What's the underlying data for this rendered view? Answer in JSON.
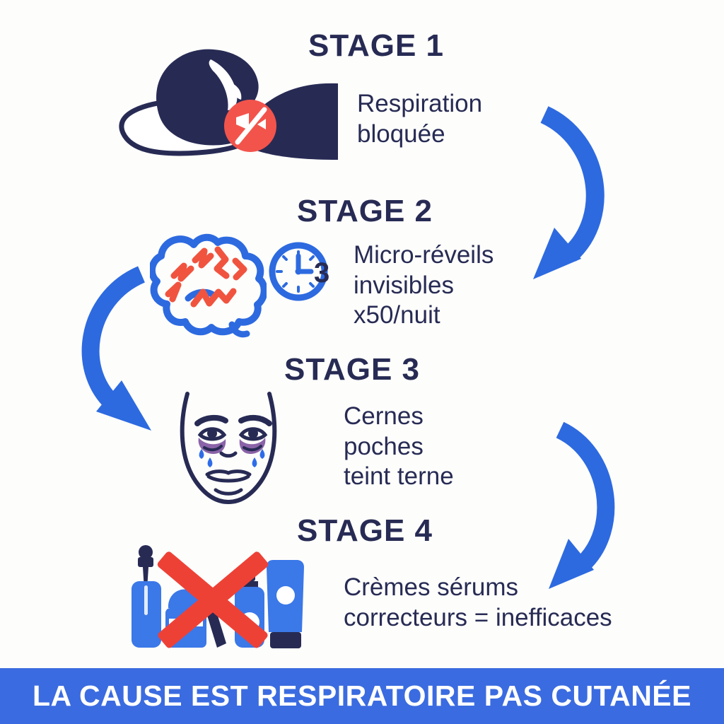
{
  "palette": {
    "navy": "#272b54",
    "arrow_blue": "#2d6ae0",
    "product_blue": "#3b78e8",
    "cross_red": "#ee4136",
    "badge_red": "#f2544c",
    "eye_bag_purple": "#8a63a8",
    "tear_blue": "#2f6ce8",
    "banner_blue": "#3a6be0",
    "background": "#fdfdfb"
  },
  "stages": [
    {
      "title": "STAGE 1",
      "lines": [
        "Respiration",
        "bloquée"
      ],
      "icons": [
        "sleeping-person-blocked-airway-icon"
      ]
    },
    {
      "title": "STAGE 2",
      "lines": [
        "Micro-réveils",
        "invisibles",
        "x50/nuit"
      ],
      "icons": [
        "brain-zigzag-icon",
        "clock-icon"
      ],
      "clock_number": "3"
    },
    {
      "title": "STAGE 3",
      "lines": [
        "Cernes",
        "poches",
        "teint terne"
      ],
      "icons": [
        "tired-face-dark-circles-icon"
      ]
    },
    {
      "title": "STAGE 4",
      "lines": [
        "Crèmes sérums",
        "correcteurs = inefficaces"
      ],
      "icons": [
        "crossed-out-skincare-products-icon"
      ]
    }
  ],
  "arrows": [
    "stage1-to-stage2",
    "stage2-to-stage3",
    "stage3-to-stage4"
  ],
  "banner": {
    "text": "LA CAUSE EST RESPIRATOIRE PAS CUTANÉE"
  }
}
